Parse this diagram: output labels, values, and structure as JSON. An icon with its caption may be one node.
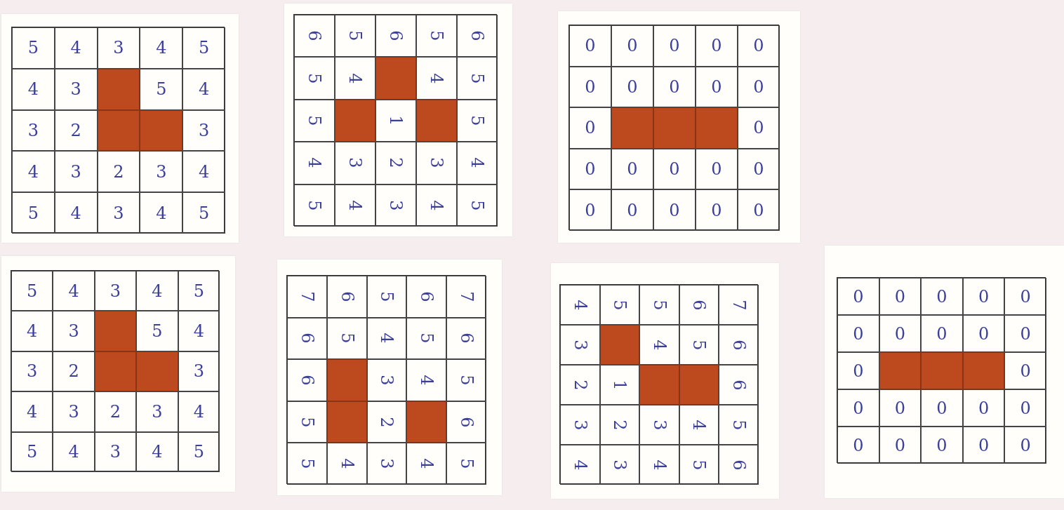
{
  "diagram": {
    "labels": [
      "5",
      "4",
      "3",
      "4",
      "5",
      "4",
      "3",
      "5",
      "4",
      "3",
      "2",
      "3",
      "4",
      "3",
      "2",
      "3",
      "4",
      "5",
      "4",
      "3",
      "4",
      "5",
      "6",
      "5",
      "6",
      "5",
      "6",
      "5",
      "4",
      "4",
      "5",
      "5",
      "1",
      "5",
      "4",
      "3",
      "2",
      "3",
      "4",
      "5",
      "4",
      "3",
      "4",
      "5",
      "0",
      "0",
      "0",
      "0",
      "0",
      "0",
      "0",
      "0",
      "0",
      "0",
      "0",
      "0",
      "0",
      "0",
      "0",
      "0",
      "0",
      "0",
      "0",
      "0",
      "0",
      "0",
      "5",
      "4",
      "3",
      "4",
      "5",
      "4",
      "3",
      "5",
      "4",
      "3",
      "2",
      "3",
      "4",
      "3",
      "2",
      "3",
      "4",
      "5",
      "4",
      "3",
      "4",
      "5",
      "7",
      "6",
      "5",
      "6",
      "7",
      "6",
      "5",
      "4",
      "5",
      "6",
      "6",
      "3",
      "4",
      "5",
      "5",
      "2",
      "6",
      "5",
      "4",
      "3",
      "4",
      "5",
      "4",
      "5",
      "5",
      "6",
      "7",
      "3",
      "4",
      "5",
      "6",
      "2",
      "1",
      "6",
      "3",
      "2",
      "3",
      "4",
      "5",
      "4",
      "3",
      "4",
      "5",
      "6",
      "0",
      "0",
      "0",
      "0",
      "0",
      "0",
      "0",
      "0",
      "0",
      "0",
      "0",
      "0",
      "0",
      "0",
      "0",
      "0",
      "0",
      "0",
      "0",
      "0",
      "0",
      "0"
    ]
  }
}
